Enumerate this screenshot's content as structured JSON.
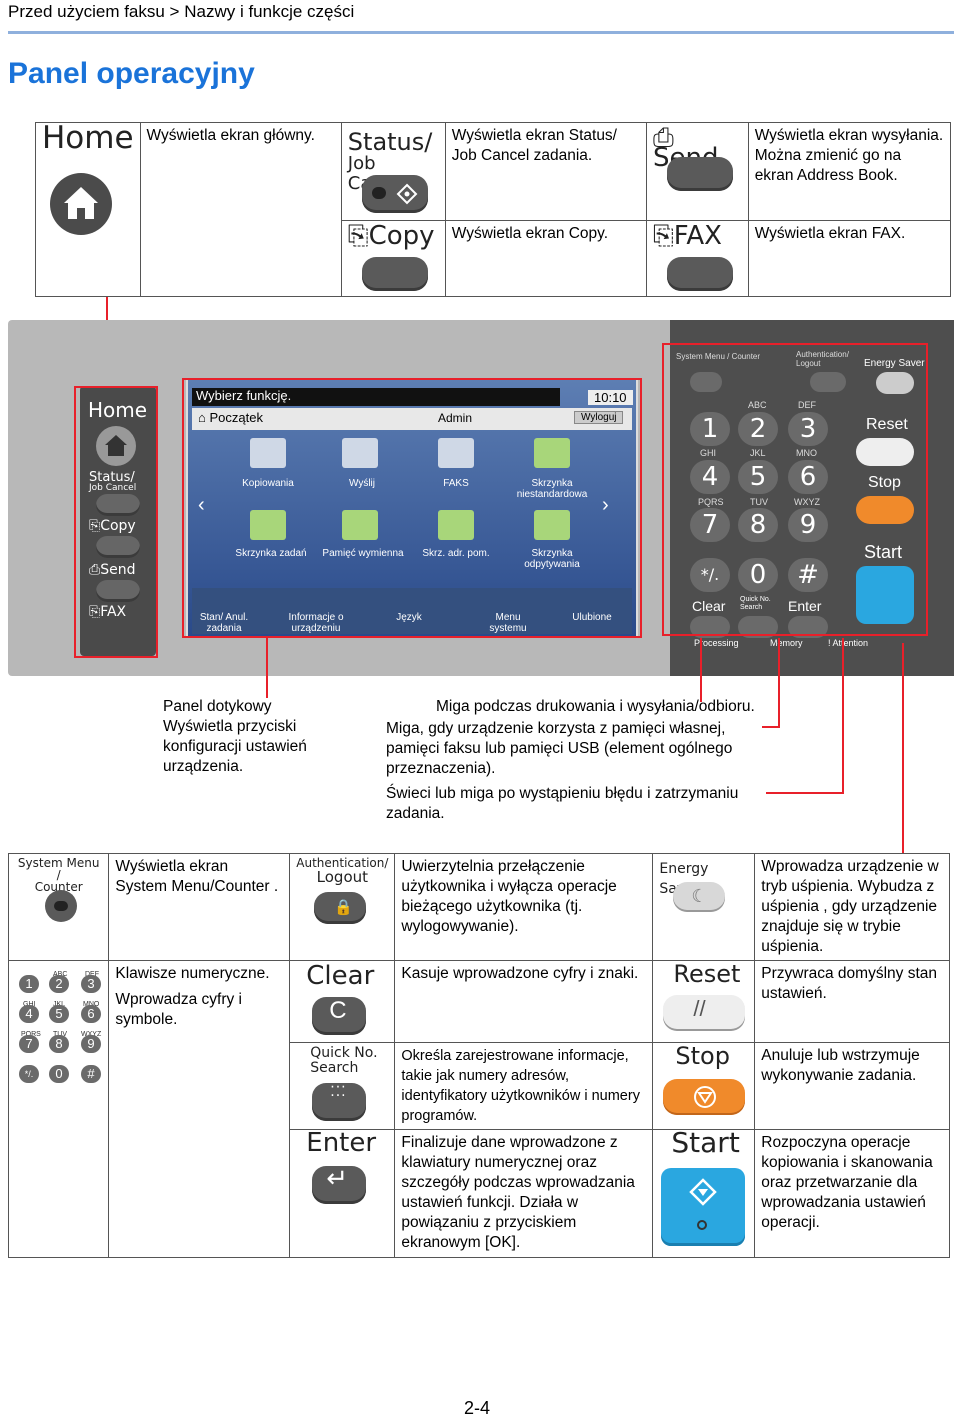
{
  "breadcrumb": "Przed użyciem faksu > Nazwy i funkcje części",
  "page_title": "Panel operacyjny",
  "top_table": {
    "home": {
      "key": "Home",
      "desc": "Wyświetla ekran główny."
    },
    "status": {
      "key_line1": "Status/",
      "key_line2": "Job Cancel",
      "desc": "Wyświetla ekran Status/ Job Cancel zadania."
    },
    "send": {
      "key": "Send",
      "desc": "Wyświetla ekran wysyłania. Można zmienić go na ekran Address Book."
    },
    "copy": {
      "key": "Copy",
      "desc": "Wyświetla ekran Copy."
    },
    "fax": {
      "key": "FAX",
      "desc": "Wyświetla ekran FAX."
    }
  },
  "machine": {
    "left_keys": {
      "home": "Home",
      "status1": "Status/",
      "status2": "Job Cancel",
      "copy": "Copy",
      "send": "Send",
      "fax": "FAX"
    },
    "screen": {
      "prompt": "Wybierz funkcję.",
      "time": "10:10",
      "home_tab": "Początek",
      "admin": "Admin",
      "logout": "Wyloguj",
      "row1": [
        "Kopiowania",
        "Wyślij",
        "FAKS",
        "Skrzynka niestandardowa"
      ],
      "row2": [
        "Skrzynka zadań",
        "Pamięć wymienna",
        "Skrz. adr. pom.",
        "Skrzynka odpytywania"
      ],
      "bottom": [
        "Stan/ Anul. zadania",
        "Informacje o urządzeniu",
        "Język",
        "Menu systemu",
        "Ulubione"
      ]
    },
    "keypad": {
      "system_menu": "System Menu / Counter",
      "auth": "Authentication/ Logout",
      "energy": "Energy Saver",
      "reset": "Reset",
      "stop": "Stop",
      "start": "Start",
      "clear": "Clear",
      "quick": "Quick No. Search",
      "enter": "Enter",
      "letters": [
        "ABC",
        "DEF",
        "GHI",
        "JKL",
        "MNO",
        "PQRS",
        "TUV",
        "WXYZ"
      ],
      "digits": [
        "1",
        "2",
        "3",
        "4",
        "5",
        "6",
        "7",
        "8",
        "9",
        "*/.",
        "0",
        "#"
      ],
      "status_leds": [
        "Processing",
        "Memory",
        "! Attention"
      ]
    }
  },
  "annotations": {
    "touch_panel": "Panel dotykowy Wyświetla przyciski konfiguracji ustawień urządzenia.",
    "processing": "Miga podczas drukowania i wysyłania/odbioru.",
    "memory": "Miga, gdy urządzenie korzysta z pamięci własnej, pamięci faksu lub pamięci USB (element ogólnego przeznaczenia).",
    "attention": "Świeci lub miga po wystąpieniu błędu i zatrzymaniu zadania."
  },
  "bottom_table": {
    "system_menu": {
      "key_line1": "System Menu /",
      "key_line2": "Counter",
      "desc": "Wyświetla ekran System Menu/Counter ."
    },
    "auth": {
      "key_line1": "Authentication/",
      "key_line2": "Logout",
      "desc": "Uwierzytelnia przełączenie użytkownika i wyłącza operacje bieżącego użytkownika (tj. wylogowywanie)."
    },
    "energy": {
      "key": "Energy Saver",
      "desc": "Wprowadza urządzenie w tryb uśpienia. Wybudza z uśpienia , gdy urządzenie znajduje się w trybie uśpienia."
    },
    "numeric": {
      "desc1": "Klawisze numeryczne.",
      "desc2": "Wprowadza cyfry i symbole."
    },
    "clear": {
      "key": "Clear",
      "desc": "Kasuje wprowadzone cyfry i znaki."
    },
    "reset": {
      "key": "Reset",
      "desc": "Przywraca domyślny stan ustawień."
    },
    "quick": {
      "key_line1": "Quick No.",
      "key_line2": "Search",
      "desc": "Określa zarejestrowane informacje, takie jak numery adresów, identyfikatory użytkowników i numery programów."
    },
    "stop": {
      "key": "Stop",
      "desc": "Anuluje lub wstrzymuje wykonywanie zadania."
    },
    "enter": {
      "key": "Enter",
      "desc": "Finalizuje dane wprowadzone z klawiatury numerycznej oraz szczegóły podczas wprowadzania ustawień funkcji. Działa w powiązaniu z przyciskiem ekranowym [OK]."
    },
    "start": {
      "key": "Start",
      "desc": "Rozpoczyna operacje kopiowania i skanowania oraz przetwarzanie dla wprowadzania ustawień operacji."
    }
  },
  "page_number": "2-4",
  "colors": {
    "title": "#1a73d9",
    "rule": "#8fb0dd",
    "callout": "#e8202a",
    "key_grey": "#5a5a5a",
    "start_blue": "#2aa7e0",
    "reset_orange": "#f08a2b"
  }
}
